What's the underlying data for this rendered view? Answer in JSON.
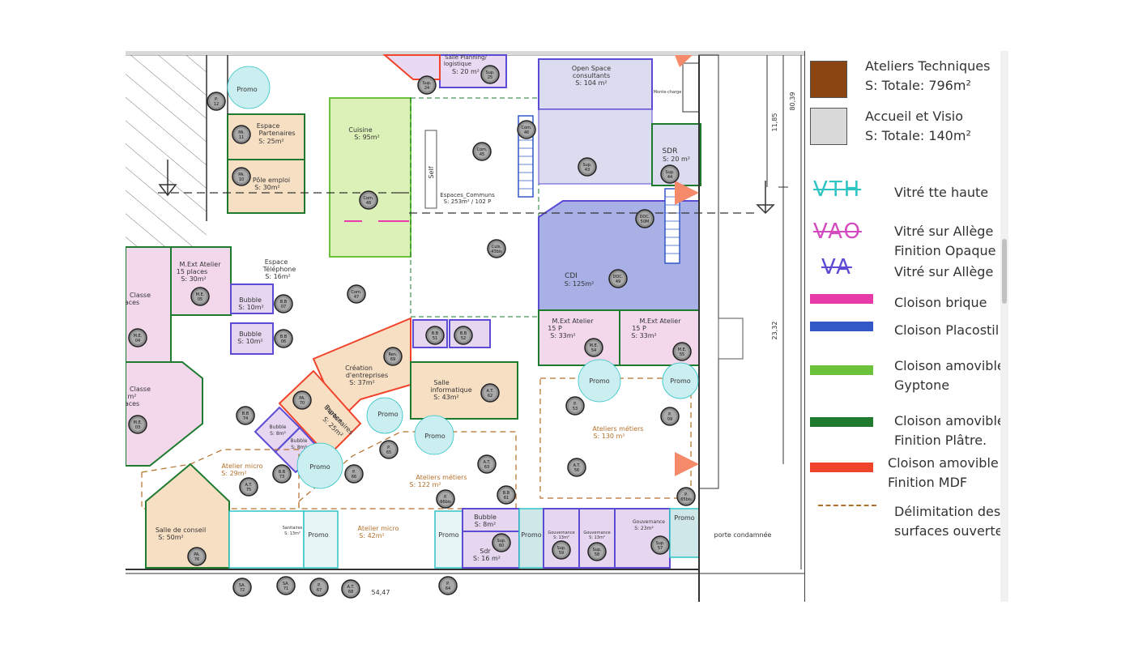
{
  "rooms": {
    "promo_top": "Promo",
    "p12": "P.\n12",
    "espace_part_title": "Espace",
    "espace_part_title2": "Partenaires",
    "espace_part_s": "S: 25m²",
    "pa11": "PA.\n11",
    "pole_title": "Pôle emploi",
    "pole_s": "S: 30m²",
    "pa10": "PA.\n10",
    "cuisine_title": "Cuisine",
    "cuisine_s": "S: 95m²",
    "com48": "Com.\n48",
    "self": "Self",
    "espaces_communs": "Espaces_Communs",
    "espaces_communs_s": "S: 253m² / 102 P",
    "com45": "Com.\n45",
    "com46": "Com.\n46",
    "culs43bis": "Culs.\n43bis",
    "com47": "Com.\n47",
    "salle_planning": "Salle Planning/",
    "logistique": "logistique",
    "salle_planning_s": "S: 20 m²",
    "sup24": "Sup.\n24",
    "sup25": "Sup.\n25",
    "open_space": "Open Space",
    "consultants": "consultants",
    "open_space_s": "S: 104 m²",
    "sup43": "Sup.\n43",
    "sdr_title": "SDR",
    "sdr_s": "S: 20 m²",
    "sup44": "Sup.\n44",
    "local_charge": "Monte-charge",
    "cdi_title": "CDI",
    "cdi_s": "S: 125m²",
    "doc49": "DOC.\n49",
    "doc50m": "DOC.\n50M",
    "mext_atelier_title": "M.Ext Atelier",
    "mext_atelier_places": "15 places",
    "mext_atelier_s": "S: 30m²",
    "me05": "M.E.\n05",
    "espace_tel": "Espace",
    "espace_tel2": "Téléphone",
    "espace_tel_s": "S: 16m²",
    "bubble1": "Bubble",
    "bubble1_s": "S: 10m²",
    "bb07": "B.B\n07",
    "bubble2": "Bubble",
    "bubble2_s": "S: 10m²",
    "bb06": "B.B\n06",
    "classe1": "Classe",
    "classe1b": "aces",
    "me04": "M.E.\n04",
    "classe2": "Classe",
    "classe2b": "aces",
    "classe2c": "m²",
    "me03": "M.E.\n03",
    "creation": "Création",
    "creation2": "d'entreprises",
    "creation_s": "S: 37m²",
    "ren69": "Ren.\n69",
    "bb51": "B.B\n51",
    "bb52": "B.B\n52",
    "salle_info": "Salle",
    "salle_info2": "informatique",
    "salle_info_s": "S: 43m²",
    "at62": "A.T.\n62",
    "mext15a": "M.Ext Atelier",
    "mext15a_p": "15 P",
    "mext15a_s": "S: 33m²",
    "me54": "M.E.\n54",
    "mext15b": "M.Ext Atelier",
    "mext15b_p": "15 P",
    "mext15b_s": "S: 33m²",
    "me55": "M.E.\n55",
    "pa70": "PA.\n70",
    "bb74": "B.B\n74",
    "espace_part2": "Espace",
    "espace_part2b": "Partenaires",
    "espace_part2_s": "S: 25m²",
    "bubble3": "Bubble",
    "bubble3_s": "S: 8m²",
    "bubble4": "Bubble",
    "bubble4_s": "S: 8m²",
    "promo_mid1": "Promo",
    "promo_mid2": "Promo",
    "p65": "P.\n65",
    "promo_a": "Promo",
    "promo_b": "Promo",
    "p53": "P.\n53",
    "p09": "P.\n09",
    "ateliers_metiers_r": "Ateliers métiers",
    "ateliers_metiers_r_s": "S: 130 m²",
    "at56": "A.T.\n56",
    "atelier_micro": "Atelier micro",
    "atelier_micro_s": "S: 29m²",
    "bb73": "B.B\n73",
    "at75": "A.T.\n75",
    "promo_c": "Promo",
    "p66": "P.\n66",
    "ateliers_metiers_l": "Ateliers métiers",
    "ateliers_metiers_l_s": "S: 122 m²",
    "at63": "A.T.\n63",
    "p66bis": "P.\n66bis",
    "bb61": "B.B\n61",
    "p65bis": "P.\n65bis",
    "salle_conseil": "Salle de conseil",
    "salle_conseil_s": "S: 50m²",
    "pa76": "PA.\n76",
    "sanitaires": "Sanitaires",
    "sanitaires_s": "S: 13m²",
    "promo_d": "Promo",
    "atelier_micro2": "Atelier micro",
    "atelier_micro2_s": "S: 42m²",
    "promo_e": "Promo",
    "bubble5": "Bubble",
    "bubble5_s": "S: 8m²",
    "sdr2": "Sdr",
    "sdr2_s": "S: 16 m²",
    "sup60": "Sup.\n60",
    "promo_f": "Promo",
    "gouv1": "Gouvernance",
    "gouv1_s": "S: 13m²",
    "sup59": "Sup.\n59",
    "gouv2": "Gouvernance",
    "gouv2_s": "S: 13m²",
    "sup58": "Sup.\n58",
    "gouv3": "Gouvernance",
    "gouv3_s": "S: 23m²",
    "sup57": "Sup.\n57",
    "promo_g": "Promo",
    "porte": "porte condamnée",
    "sa72": "SA.\n72",
    "sa71": "SA.\n71",
    "p67": "P.\n67",
    "at68": "A.T.\n68",
    "dim_5447": "54,47",
    "p64": "P.\n64",
    "dim_8039": "80,39",
    "dim_1185": "11,85",
    "dim_2332": "23,32"
  },
  "legend": {
    "ateliers_title": "Ateliers Techniques",
    "ateliers_s": "S: Totale: 796m²",
    "accueil_title": "Accueil et Visio",
    "accueil_s": "S: Totale: 140m²",
    "vth_code": "VTH",
    "vth_text": "Vitré tte haute",
    "vao_code": "VAO",
    "vao_text1": "Vitré sur Allège",
    "vao_text2": "Finition Opaque",
    "va_code": "VA",
    "va_text": "Vitré sur Allège",
    "brique": "Cloison brique",
    "placo": "Cloison Placostil",
    "gyptone1": "Cloison amovible",
    "gyptone2": "Gyptone",
    "platre1": "Cloison amovible",
    "platre2": "Finition Plâtre.",
    "mdf1": "Cloison amovible",
    "mdf2": "Finition MDF",
    "delim1": "Délimitation des",
    "delim2": "surfaces ouvertes"
  },
  "colors": {
    "ateliers": "#8b4513",
    "accueil": "#d9d9d9",
    "vth": "#2ec4c4",
    "vao": "#d44bbf",
    "va": "#5c4bd4",
    "brique": "#e83aa8",
    "placo": "#3258c8",
    "gyptone": "#6cc23a",
    "platre": "#1e7a2e",
    "mdf": "#f0432b",
    "delim": "#b5702a"
  }
}
